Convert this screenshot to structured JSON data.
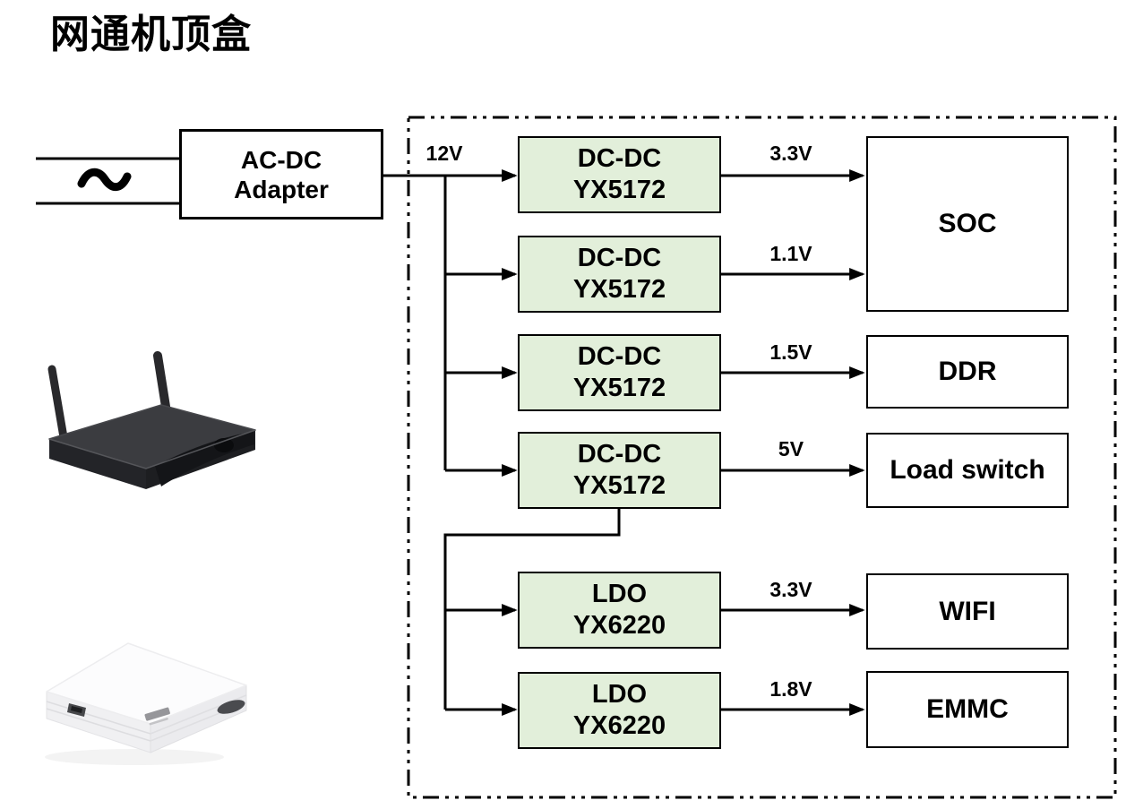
{
  "title": "网通机顶盒",
  "colors": {
    "converter_fill": "#e2efda",
    "block_border": "#000000",
    "line": "#000000",
    "background": "#ffffff"
  },
  "power_tree": {
    "ac_symbol": "~",
    "adapter": {
      "line1": "AC-DC",
      "line2": "Adapter"
    },
    "rail_label": "12V",
    "converters": [
      {
        "type": "DC-DC",
        "part": "YX5172",
        "output_voltage": "3.3V",
        "feeds": "SOC"
      },
      {
        "type": "DC-DC",
        "part": "YX5172",
        "output_voltage": "1.1V",
        "feeds": "SOC"
      },
      {
        "type": "DC-DC",
        "part": "YX5172",
        "output_voltage": "1.5V",
        "feeds": "DDR"
      },
      {
        "type": "DC-DC",
        "part": "YX5172",
        "output_voltage": "5V",
        "feeds": "Load switch"
      },
      {
        "type": "LDO",
        "part": "YX6220",
        "output_voltage": "3.3V",
        "feeds": "WIFI"
      },
      {
        "type": "LDO",
        "part": "YX6220",
        "output_voltage": "1.8V",
        "feeds": "EMMC"
      }
    ],
    "loads": [
      {
        "label": "SOC"
      },
      {
        "label": "DDR"
      },
      {
        "label": "Load switch"
      },
      {
        "label": "WIFI"
      },
      {
        "label": "EMMC"
      }
    ]
  },
  "photos": {
    "black_box": "black set-top box with two antennas",
    "white_box": "white set-top box"
  }
}
